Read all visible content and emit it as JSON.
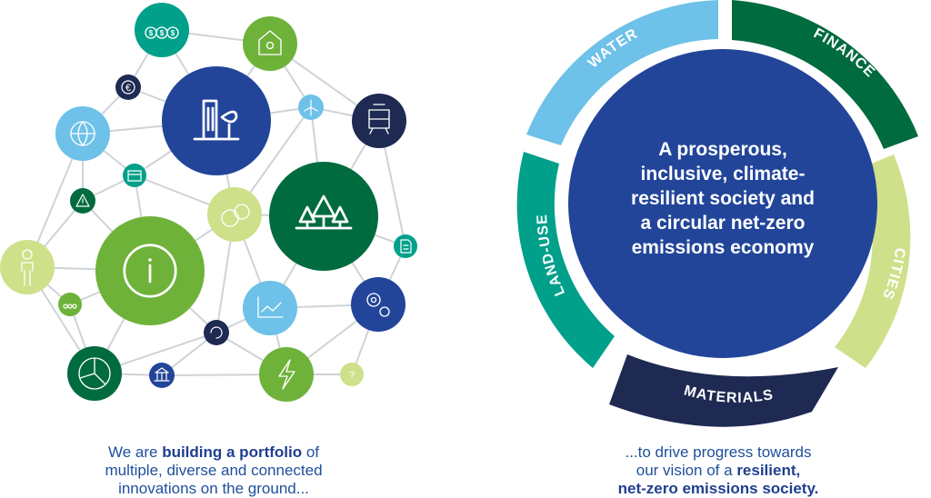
{
  "colors": {
    "dark_blue": "#22459a",
    "navy": "#1e2a52",
    "dark_green": "#006b3f",
    "green": "#6fb23a",
    "teal": "#00a08a",
    "sky_blue": "#6ec1e8",
    "pale_green": "#cfe08a",
    "line_gray": "#cfd3d8"
  },
  "network": {
    "nodes": [
      {
        "name": "money-bags-node",
        "icon": "money-bags-icon",
        "color": "teal"
      },
      {
        "name": "solar-house-node",
        "icon": "solar-house-icon",
        "color": "green"
      },
      {
        "name": "euro-node",
        "icon": "euro-icon",
        "color": "navy"
      },
      {
        "name": "city-building-node",
        "icon": "city-building-leaf-icon",
        "color": "dark_blue"
      },
      {
        "name": "wind-turbine-node",
        "icon": "wind-turbine-icon",
        "color": "sky_blue"
      },
      {
        "name": "tram-node",
        "icon": "tram-icon",
        "color": "navy"
      },
      {
        "name": "globe-node",
        "icon": "globe-icon",
        "color": "sky_blue"
      },
      {
        "name": "store-node",
        "icon": "store-icon",
        "color": "teal"
      },
      {
        "name": "forest-node",
        "icon": "forest-icon",
        "color": "dark_green"
      },
      {
        "name": "warning-node",
        "icon": "warning-icon",
        "color": "dark_green"
      },
      {
        "name": "fruit-node",
        "icon": "fruit-icon",
        "color": "pale_green"
      },
      {
        "name": "document-node",
        "icon": "document-icon",
        "color": "teal"
      },
      {
        "name": "person-node",
        "icon": "person-icon",
        "color": "pale_green"
      },
      {
        "name": "info-node",
        "icon": "info-icon",
        "color": "green"
      },
      {
        "name": "chart-node",
        "icon": "line-chart-icon",
        "color": "sky_blue"
      },
      {
        "name": "gears-node",
        "icon": "gears-icon",
        "color": "dark_blue"
      },
      {
        "name": "community-node",
        "icon": "community-icon",
        "color": "green"
      },
      {
        "name": "cycle-node",
        "icon": "cycle-icon",
        "color": "navy"
      },
      {
        "name": "pie-node",
        "icon": "pie-chart-icon",
        "color": "dark_green"
      },
      {
        "name": "bank-node",
        "icon": "bank-icon",
        "color": "dark_blue"
      },
      {
        "name": "lightning-node",
        "icon": "lightning-icon",
        "color": "green"
      },
      {
        "name": "question-node",
        "icon": "question-icon",
        "color": "pale_green"
      }
    ]
  },
  "wheel": {
    "center_lines": [
      "A prosperous,",
      "inclusive, climate-",
      "resilient society and",
      "a circular net-zero",
      "emissions economy"
    ],
    "segments": [
      {
        "label": "WATER",
        "color": "sky_blue"
      },
      {
        "label": "FINANCE",
        "color": "dark_green"
      },
      {
        "label": "CITIES",
        "color": "pale_green"
      },
      {
        "label": "MATERIALS",
        "color": "navy"
      },
      {
        "label": "LAND-USE",
        "color": "teal"
      }
    ]
  },
  "captions": {
    "left": {
      "line1_pre": "We are ",
      "line1_bold": "building a portfolio",
      "line1_post": " of",
      "line2": "multiple, diverse and connected",
      "line3": "innovations on the ground..."
    },
    "right": {
      "line1": "...to drive progress towards",
      "line2_pre": "our vision of a ",
      "line2_bold": "resilient,",
      "line3_bold": "net-zero emissions society."
    }
  }
}
